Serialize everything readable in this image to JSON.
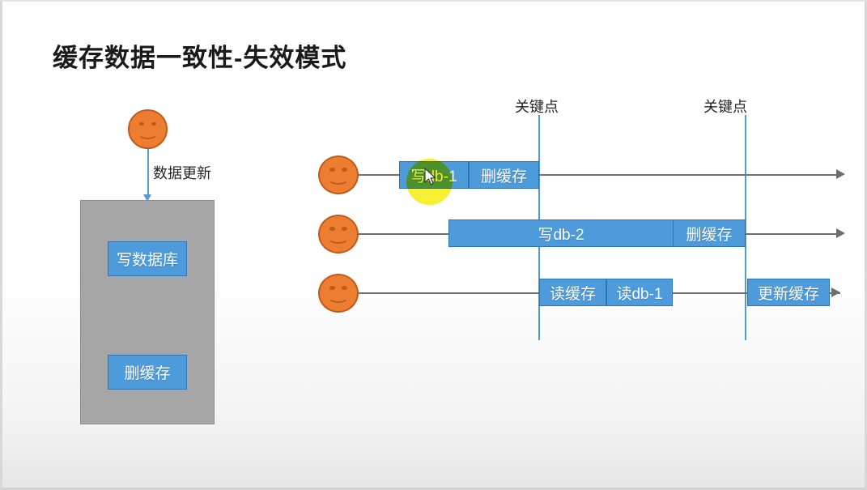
{
  "slide": {
    "title": "缓存数据一致性-失效模式"
  },
  "left_diagram": {
    "actor_name": "user-face",
    "flow_label": "数据更新",
    "panel_name": "service-panel",
    "steps": [
      {
        "label": "写数据库"
      },
      {
        "label": "删缓存"
      }
    ]
  },
  "timeline": {
    "keypoints": [
      {
        "label": "关键点"
      },
      {
        "label": "关键点"
      }
    ],
    "rows": [
      {
        "id": "row-1",
        "boxes": [
          {
            "label": "写db-1"
          },
          {
            "label": "删缓存"
          }
        ]
      },
      {
        "id": "row-2",
        "boxes": [
          {
            "label": "写db-2"
          },
          {
            "label": "删缓存"
          }
        ]
      },
      {
        "id": "row-3",
        "boxes": [
          {
            "label": "读缓存"
          },
          {
            "label": "读db-1"
          },
          {
            "label": "更新缓存"
          }
        ]
      }
    ]
  },
  "colors": {
    "box_fill": "#4E9BDB",
    "box_border": "#2E75B6",
    "panel_fill": "#A6A6A6",
    "face_fill": "#ED7D31",
    "keypoint_line": "#4F9CD8",
    "timeline_line": "#6E6E6E",
    "highlight": "#F7EC16"
  }
}
